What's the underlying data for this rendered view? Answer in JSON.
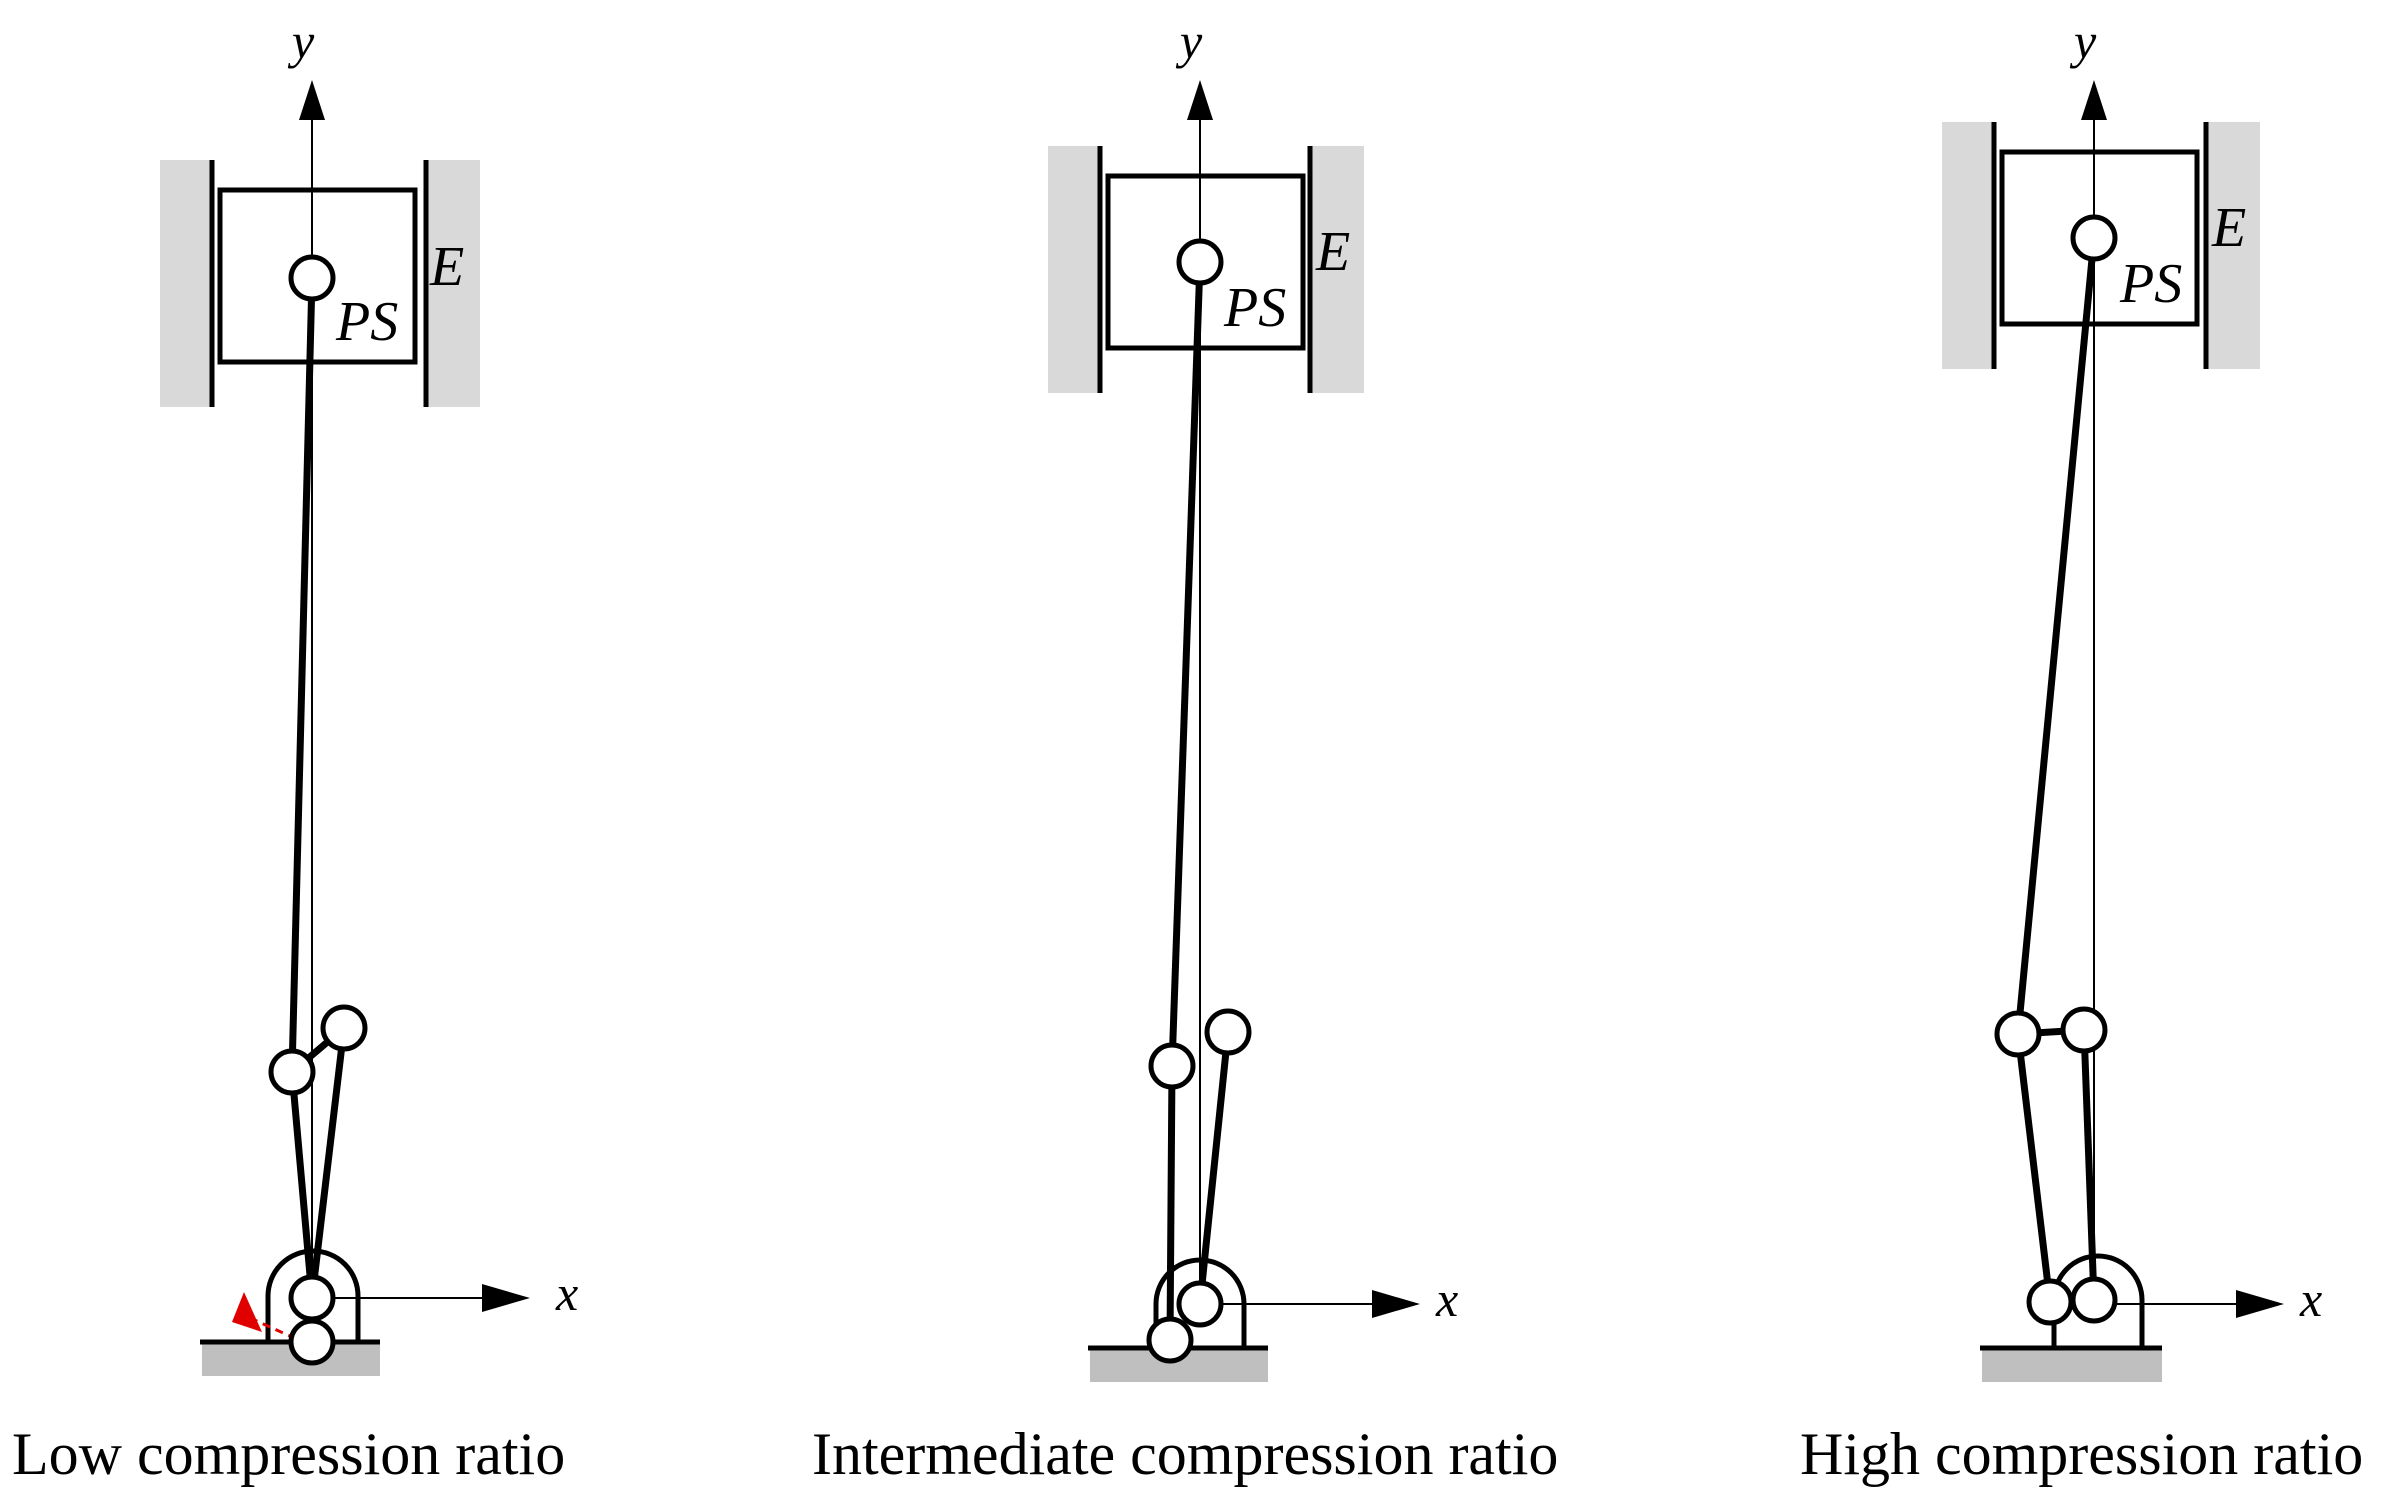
{
  "figure": {
    "panels": [
      {
        "id": "low",
        "caption": "Low compression ratio",
        "x_label": "x",
        "y_label": "y",
        "piston_label": "PS",
        "wall_label": "E",
        "has_red_arrow": true
      },
      {
        "id": "intermediate",
        "caption": "Intermediate compression ratio",
        "x_label": "x",
        "y_label": "y",
        "piston_label": "PS",
        "wall_label": "E",
        "has_red_arrow": false
      },
      {
        "id": "high",
        "caption": "High compression ratio",
        "x_label": "x",
        "y_label": "y",
        "piston_label": "PS",
        "wall_label": "E",
        "has_red_arrow": false
      }
    ],
    "colors": {
      "wall": "#d9d9d9",
      "ground": "#bfbfbf",
      "arrow_red": "#e00000",
      "line": "#000000"
    }
  }
}
